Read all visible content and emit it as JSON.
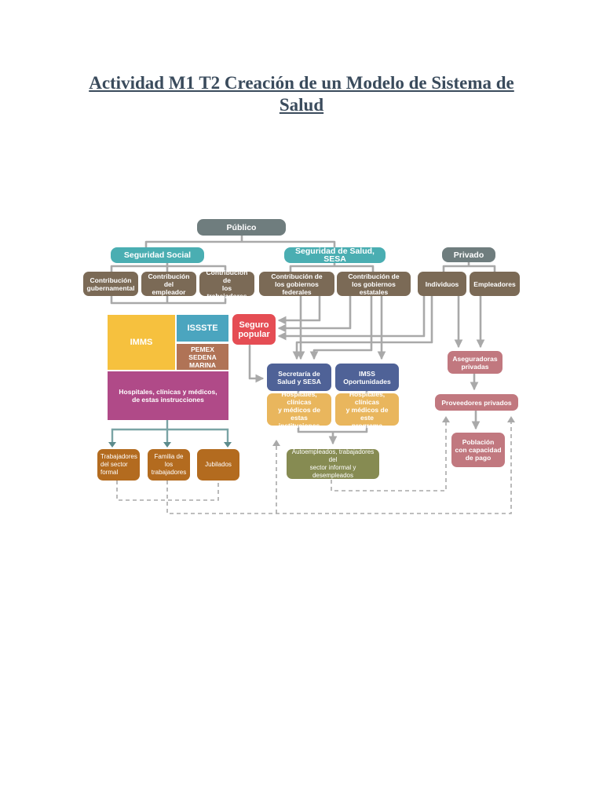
{
  "document": {
    "title": "Actividad M1 T2 Creación de un Modelo de Sistema de Salud"
  },
  "colors": {
    "gray": "#6f7d7e",
    "teal": "#4aaeb2",
    "brown": "#7b6a56",
    "yellow": "#f6c13e",
    "blue": "#4ba5bf",
    "rust": "#b07356",
    "magenta": "#b04a88",
    "red": "#e54d54",
    "navy": "#4f6297",
    "peach": "#e9b65d",
    "orange_brown": "#b36b1f",
    "olive": "#868b52",
    "rose": "#c1787f",
    "arrow": "#a9a9a9"
  },
  "diagram": {
    "nodes": {
      "publico": "Público",
      "seguridad_social": "Seguridad Social",
      "seguridad_salud": "Seguridad de Salud, SESA",
      "privado": "Privado",
      "contrib_gubernamental": "Contribución\ngubernamental",
      "contrib_empleador": "Contribución del\nempleador",
      "contrib_trabajadores": "Contribución de\nlos trabajadores",
      "contrib_federales": "Contribución de\nlos gobiernos federales",
      "contrib_estatales": "Contribución de\nlos gobiernos estatales",
      "individuos": "Individuos",
      "empleadores": "Empleadores",
      "imms": "IMMS",
      "issste": "ISSSTE",
      "pemex": "PEMEX\nSEDENA\nMARINA",
      "hospitales_ss": "Hospitales, clínicas y médicos,\nde estas instrucciones",
      "seguro_popular": "Seguro\npopular",
      "secretaria": "Secretaría de\nSalud y SESA",
      "imss_oportunidades": "IMSS\nOportunidades",
      "hospitales_sesa": "Hospitales, clínicas\ny médicos de estas\ninstituciones",
      "hospitales_programa": "Hospitales, clínicas\ny médicos de este\nprograma",
      "aseguradoras": "Aseguradoras\nprivadas",
      "proveedores": "Proveedores privados",
      "poblacion": "Población\ncon capacidad\nde pago",
      "trabajadores_formal": "Trabajadores\ndel sector\nformal",
      "familia": "Familia de los\ntrabajadores",
      "jubilados": "Jubilados",
      "autoempleados": "Autoempleados, trabajadores del\nsector informal y desempleados"
    }
  }
}
